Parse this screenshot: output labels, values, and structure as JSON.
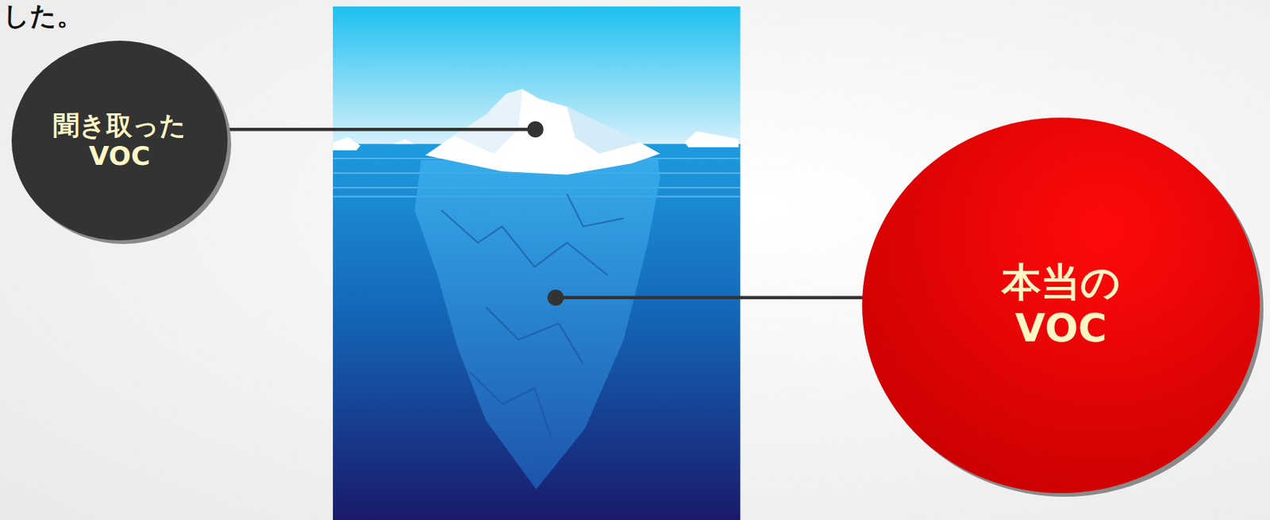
{
  "diagram": {
    "nodes": [
      {
        "text": [
          "聞き取った VOC"
        ]
      },
      {
        "text": [
          "本当の VOC"
        ]
      }
    ],
    "labels": [
      "した。"
    ]
  }
}
